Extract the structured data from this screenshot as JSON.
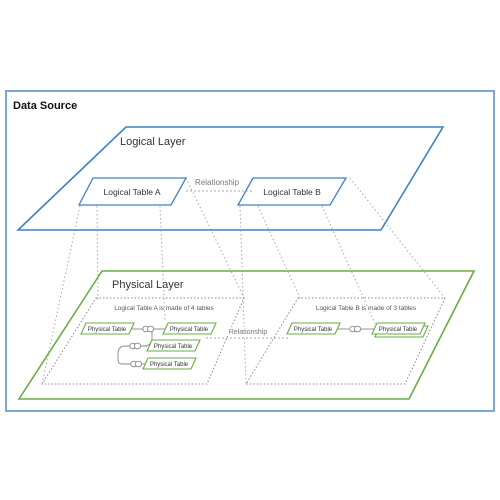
{
  "container": {
    "title": "Data Source",
    "border_color": "#7aa9d6"
  },
  "logical_layer": {
    "title": "Logical Layer",
    "color": "#3f82c4",
    "table_a": "Logical Table A",
    "table_b": "Logical Table B",
    "relationship_label": "Relationship"
  },
  "physical_layer": {
    "title": "Physical Layer",
    "color": "#6aad45",
    "relationship_label": "Relationship",
    "group_a": {
      "caption": "Logical Table A is made of 4 tables",
      "tables": [
        "Physical Table",
        "Physical Table",
        "Physical Table",
        "Physical Table"
      ]
    },
    "group_b": {
      "caption": "Logical Table B is made of 3 tables",
      "tables": [
        "Physical Table",
        "Physical Table"
      ]
    }
  },
  "colors": {
    "connector": "#9a9a9a",
    "text": "#444444"
  }
}
